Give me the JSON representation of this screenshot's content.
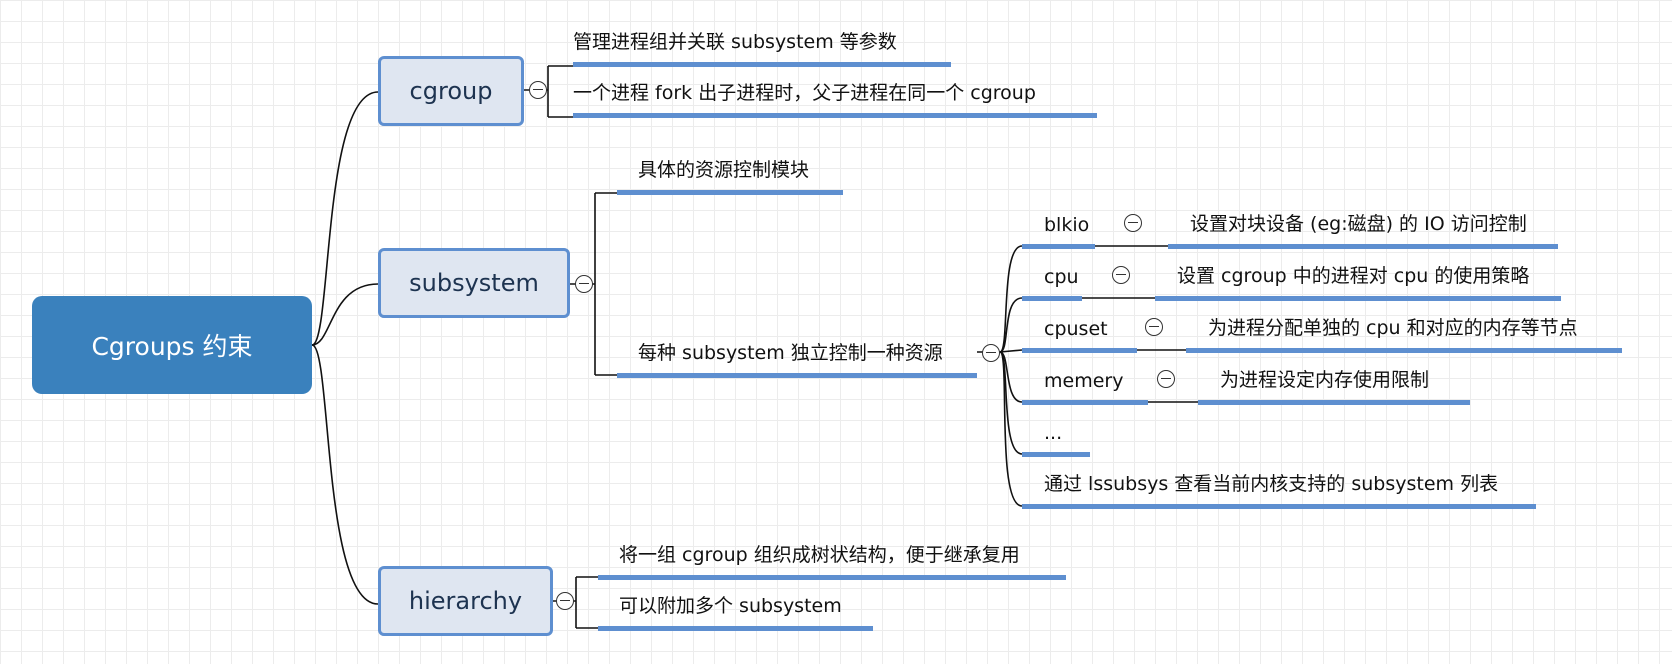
{
  "root": {
    "label": "Cgroups 约束"
  },
  "cgroup": {
    "label": "cgroup",
    "items": [
      "管理进程组并关联 subsystem 等参数",
      "一个进程 fork 出子进程时，父子进程在同一个 cgroup"
    ]
  },
  "subsystem": {
    "label": "subsystem",
    "items": [
      "具体的资源控制模块",
      "每种 subsystem 独立控制一种资源"
    ],
    "resources": [
      {
        "name": "blkio",
        "desc": "设置对块设备 (eg:磁盘) 的 IO 访问控制"
      },
      {
        "name": "cpu",
        "desc": "设置 cgroup 中的进程对 cpu 的使用策略"
      },
      {
        "name": "cpuset",
        "desc": "为进程分配单独的 cpu 和对应的内存等节点"
      },
      {
        "name": "memery",
        "desc": "为进程设定内存使用限制"
      },
      {
        "name": "..."
      },
      {
        "name": "通过 lssubsys 查看当前内核支持的 subsystem 列表"
      }
    ]
  },
  "hierarchy": {
    "label": "hierarchy",
    "items": [
      "将一组 cgroup 组织成树状结构，便于继承复用",
      "可以附加多个 subsystem"
    ]
  }
}
